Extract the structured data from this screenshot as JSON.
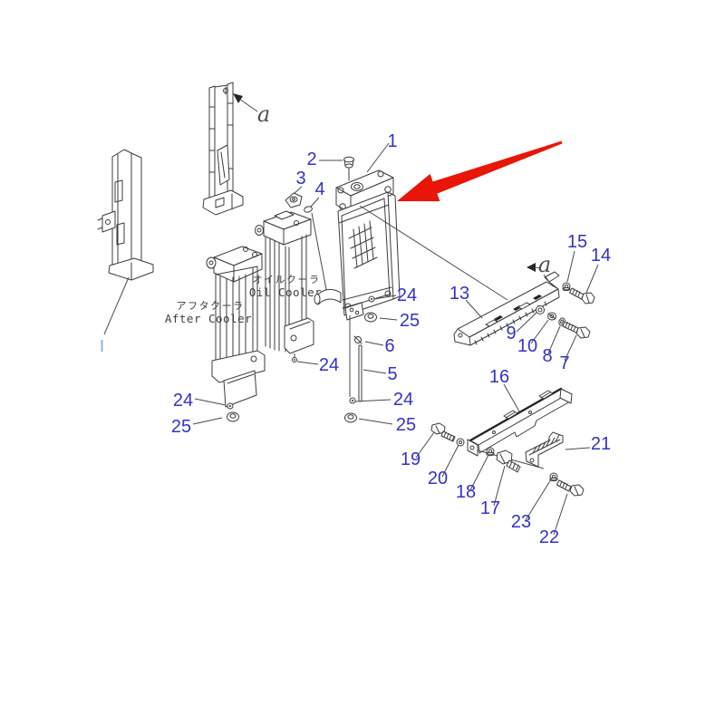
{
  "diagram": {
    "type": "exploded-parts-diagram",
    "colors": {
      "callout_blue": "#3432c8",
      "red_arrow": "#e81508",
      "line_art": "#3b3b3b",
      "gray_text": "#3f3f3f"
    },
    "component_labels": {
      "after_cooler_jp": "アフタクーラ",
      "after_cooler_en": "After Cooler",
      "oil_cooler_jp": "オイルクーラ",
      "oil_cooler_en": "Oil Cooler"
    },
    "view_refs": {
      "top": "a",
      "mid": "a"
    },
    "callouts": [
      {
        "text": "1"
      },
      {
        "text": "2"
      },
      {
        "text": "3"
      },
      {
        "text": "4"
      },
      {
        "text": "24"
      },
      {
        "text": "25"
      },
      {
        "text": "6"
      },
      {
        "text": "5"
      },
      {
        "text": "24"
      },
      {
        "text": "25"
      },
      {
        "text": "24"
      },
      {
        "text": "24"
      },
      {
        "text": "25"
      },
      {
        "text": "13"
      },
      {
        "text": "9"
      },
      {
        "text": "10"
      },
      {
        "text": "8"
      },
      {
        "text": "7"
      },
      {
        "text": "15"
      },
      {
        "text": "14"
      },
      {
        "text": "16"
      },
      {
        "text": "19"
      },
      {
        "text": "20"
      },
      {
        "text": "18"
      },
      {
        "text": "17"
      },
      {
        "text": "21"
      },
      {
        "text": "23"
      },
      {
        "text": "22"
      }
    ]
  }
}
